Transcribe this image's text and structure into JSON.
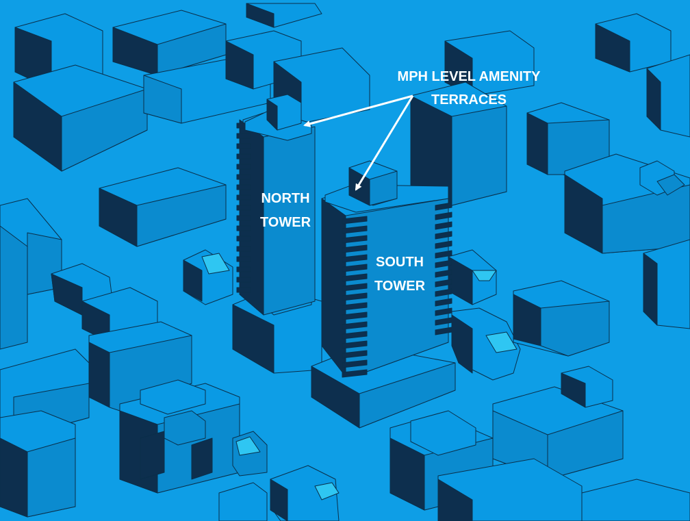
{
  "labels": {
    "callout_line1": "MPH LEVEL AMENITY",
    "callout_line2": "TERRACES",
    "north_line1": "NORTH",
    "north_line2": "TOWER",
    "south_line1": "SOUTH",
    "south_line2": "TOWER"
  },
  "colors": {
    "ground": "#0e9ee6",
    "top": "#0a9ae4",
    "side_light": "#0b8bcf",
    "side_dark": "#0d2f4e",
    "edge": "#0a2f4a",
    "highlight": "#2fc6f2",
    "label": "#ffffff"
  }
}
